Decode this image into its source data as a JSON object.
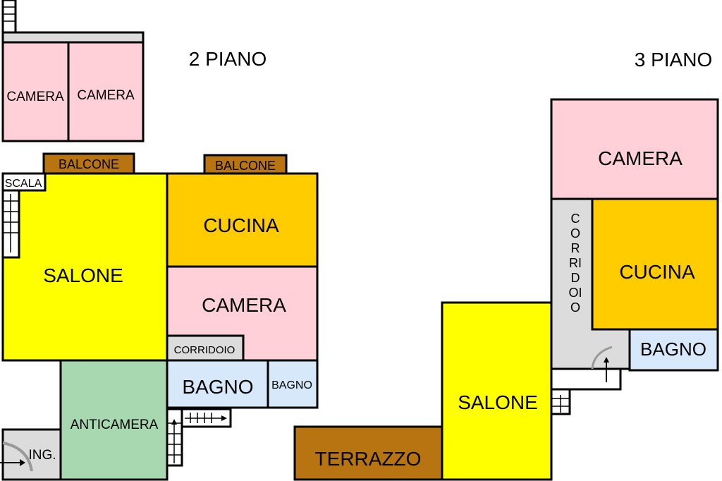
{
  "colors": {
    "pink": "#ffd0d8",
    "yellow": "#ffff00",
    "orange": "#ffcc00",
    "blue": "#d6e8fa",
    "green": "#a8d8b0",
    "gray": "#dcdcdc",
    "brown": "#b87410"
  },
  "floor2": {
    "title": "2 PIANO",
    "camera_a": "CAMERA",
    "camera_b": "CAMERA",
    "balcone_a": "BALCONE",
    "balcone_b": "BALCONE",
    "scala": "SCALA",
    "salone": "SALONE",
    "cucina": "CUCINA",
    "camera": "CAMERA",
    "corridoio": "CORRIDOIO",
    "bagno": "BAGNO",
    "bagno_small": "BAGNO",
    "anticamera": "ANTICAMERA",
    "ingresso": "ING."
  },
  "floor3": {
    "title": "3 PIANO",
    "camera": "CAMERA",
    "corridoio": "CORRIDOIO",
    "cucina": "CUCINA",
    "bagno": "BAGNO",
    "salone": "SALONE",
    "terrazzo": "TERRAZZO"
  }
}
